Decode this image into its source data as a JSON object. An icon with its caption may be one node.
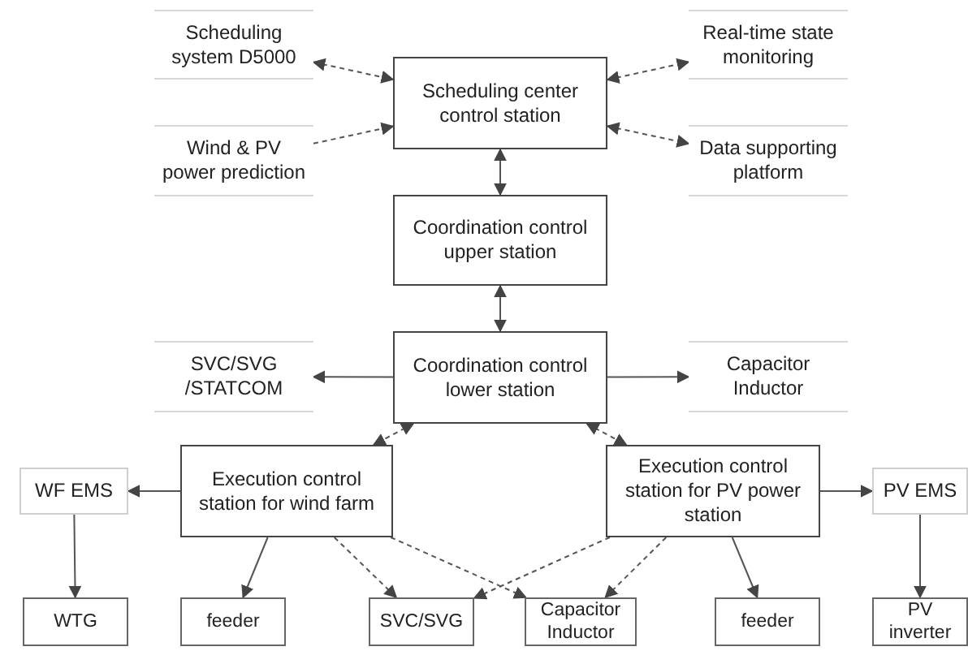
{
  "diagram": {
    "nodes": [
      {
        "text": [
          "Scheduling system D5000"
        ]
      },
      {
        "text": [
          "Scheduling center control station"
        ]
      },
      {
        "text": [
          "Real-time state monitoring"
        ]
      },
      {
        "text": [
          "Wind & PV power prediction"
        ]
      },
      {
        "text": [
          "Data supporting platform"
        ]
      },
      {
        "text": [
          "Coordination control upper station"
        ]
      },
      {
        "text": [
          "SVC/SVG /STATCOM"
        ]
      },
      {
        "text": [
          "Coordination control lower station"
        ]
      },
      {
        "text": [
          "Capacitor Inductor"
        ]
      },
      {
        "text": [
          "WF EMS"
        ]
      },
      {
        "text": [
          "Execution control station for wind farm"
        ]
      },
      {
        "text": [
          "Execution control station for PV power station"
        ]
      },
      {
        "text": [
          "PV EMS"
        ]
      },
      {
        "text": [
          "WTG"
        ]
      },
      {
        "text": [
          "feeder"
        ]
      },
      {
        "text": [
          "SVC/SVG"
        ]
      },
      {
        "text": [
          "Capacitor Inductor"
        ]
      },
      {
        "text": [
          "feeder"
        ]
      },
      {
        "text": [
          "PV inverter"
        ]
      }
    ],
    "edges": [
      {
        "from": 0,
        "to": 1,
        "arrow": "both",
        "style": "dashed"
      },
      {
        "from": 3,
        "to": 1,
        "arrow": "to",
        "style": "dashed"
      },
      {
        "from": 1,
        "to": 2,
        "arrow": "both",
        "style": "dashed"
      },
      {
        "from": 1,
        "to": 4,
        "arrow": "both",
        "style": "dashed"
      },
      {
        "from": 1,
        "to": 5,
        "arrow": "both"
      },
      {
        "from": 5,
        "to": 7,
        "arrow": "both"
      },
      {
        "from": 7,
        "to": 6,
        "arrow": "to"
      },
      {
        "from": 7,
        "to": 8,
        "arrow": "to"
      },
      {
        "from": 7,
        "to": 10,
        "arrow": "both",
        "style": "dashed"
      },
      {
        "from": 7,
        "to": 11,
        "arrow": "both",
        "style": "dashed"
      },
      {
        "from": 10,
        "to": 9,
        "arrow": "to"
      },
      {
        "from": 11,
        "to": 12,
        "arrow": "to"
      },
      {
        "from": 9,
        "to": 13,
        "arrow": "to"
      },
      {
        "from": 12,
        "to": 18,
        "arrow": "to"
      },
      {
        "from": 10,
        "to": 14,
        "arrow": "to"
      },
      {
        "from": 10,
        "to": 15,
        "arrow": "to",
        "style": "dashed"
      },
      {
        "from": 10,
        "to": 16,
        "arrow": "to",
        "style": "dashed"
      },
      {
        "from": 11,
        "to": 15,
        "arrow": "to",
        "style": "dashed"
      },
      {
        "from": 11,
        "to": 16,
        "arrow": "to",
        "style": "dashed"
      },
      {
        "from": 11,
        "to": 17,
        "arrow": "to"
      }
    ]
  }
}
